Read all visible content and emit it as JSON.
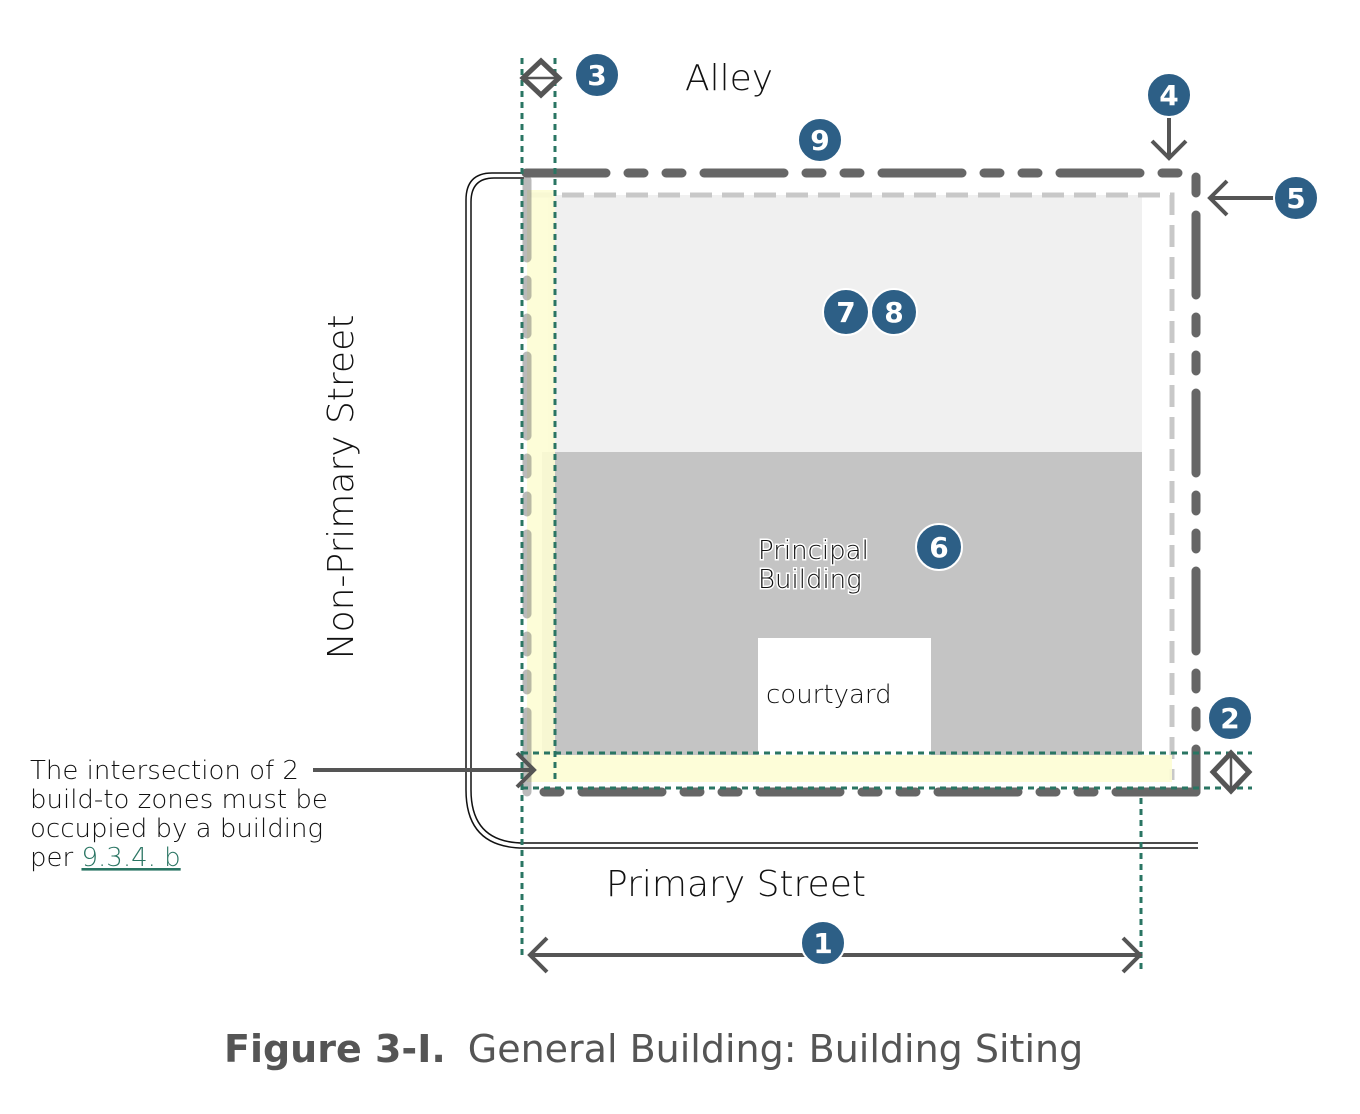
{
  "labels": {
    "alley": "Alley",
    "non_primary_street": "Non-Primary Street",
    "primary_street": "Primary Street",
    "principal_building_line1": "Principal",
    "principal_building_line2": "Building",
    "courtyard": "courtyard"
  },
  "note": {
    "lines": [
      "The intersection of 2",
      "build-to zones must be",
      "occupied by a building"
    ],
    "last_prefix": "per ",
    "link_text": "9.3.4. b"
  },
  "markers": [
    "1",
    "2",
    "3",
    "4",
    "5",
    "6",
    "7",
    "8",
    "9"
  ],
  "caption": {
    "number": "Figure 3-I.",
    "title": "General Building: Building Siting"
  },
  "colors": {
    "marker_blue": "#2d5f86",
    "line_gray": "#666666",
    "guide_green": "#2a7563",
    "build_to_yellow": "#fdfdd4",
    "building_gray": "#c4c4c4",
    "setback_gray": "#f0f0f0"
  }
}
